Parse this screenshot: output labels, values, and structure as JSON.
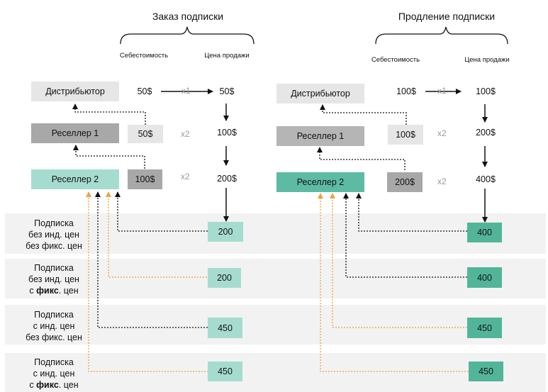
{
  "left": {
    "title": "Заказ подписки",
    "col_cost": "Себестоимость",
    "col_price": "Цена продажи",
    "distributor": "Дистрибьютор",
    "reseller1": "Реселлер 1",
    "reseller2": "Реселлер 2",
    "dist_cost": "50$",
    "dist_mult": "x1",
    "dist_price": "50$",
    "r1_cost": "50$",
    "r1_mult": "x2",
    "r1_price": "100$",
    "r2_cost": "100$",
    "r2_mult": "x2",
    "r2_price": "200$",
    "values": [
      "200",
      "200",
      "450",
      "450"
    ]
  },
  "right": {
    "title": "Продление подписки",
    "col_cost": "Себестоимость",
    "col_price": "Цена продажи",
    "distributor": "Дистрибьютор",
    "reseller1": "Реселлер 1",
    "reseller2": "Реселлер 2",
    "dist_cost": "100$",
    "dist_mult": "x1",
    "dist_price": "100$",
    "r1_cost": "100$",
    "r1_mult": "x2",
    "r1_price": "200$",
    "r2_cost": "200$",
    "r2_mult": "x2",
    "r2_price": "400$",
    "values": [
      "400",
      "400",
      "450",
      "450"
    ]
  },
  "rows": [
    {
      "line1": "Подписка",
      "line2": "без инд. цен",
      "line3a": "без фикс. цен",
      "line3b": ""
    },
    {
      "line1": "Подписка",
      "line2": "без инд. цен",
      "line3a": "с ",
      "line3b": "фикс",
      "line3c": ". цен"
    },
    {
      "line1": "Подписка",
      "line2": "с инд. цен",
      "line3a": "без фикс. цен",
      "line3b": ""
    },
    {
      "line1": "Подписка",
      "line2": "с инд. цен",
      "line3a": "с ",
      "line3b": "фикс",
      "line3c": ". цен"
    }
  ],
  "colors": {
    "band": "#f2f2f2",
    "distributor_bg": "#e6e6e6",
    "reseller1_left": "#a8a8a8",
    "reseller1_right": "#b5b5b5",
    "reseller2_left": "#a6dcd0",
    "reseller2_right": "#5dbba4",
    "cost_light": "#e6e6e6",
    "cost_dark": "#a8a8a8",
    "value_left": "#a6dcd0",
    "value_right": "#52b59a",
    "arrow_orange": "#f0a040",
    "arrow_black": "#111111",
    "mult_gray": "#9a9a9a"
  }
}
